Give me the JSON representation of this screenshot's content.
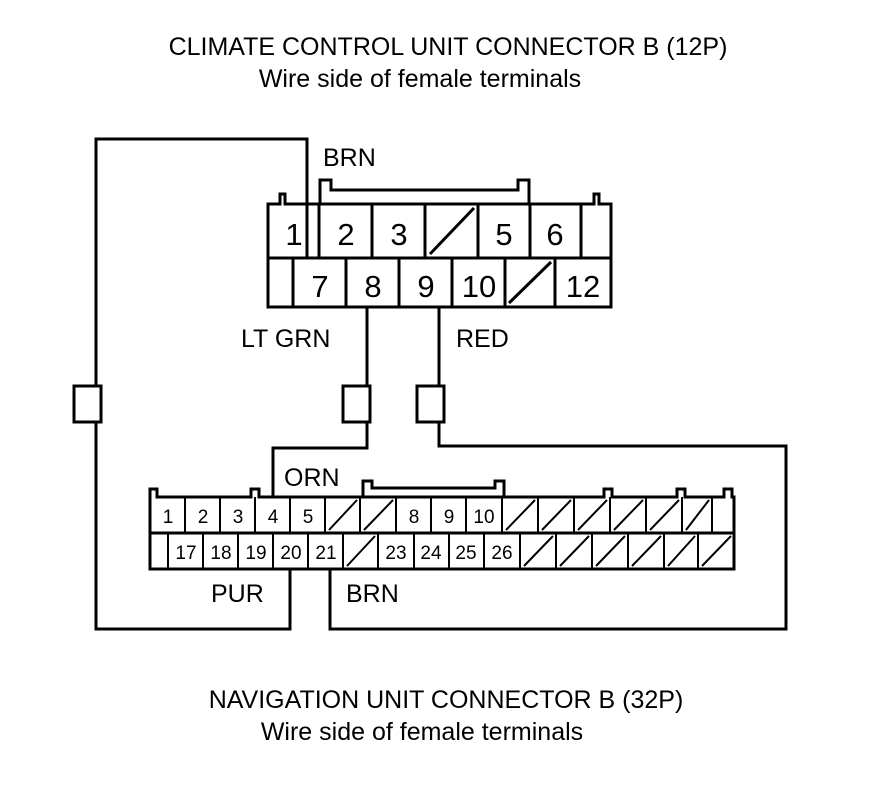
{
  "top_connector": {
    "title": "CLIMATE CONTROL UNIT CONNECTOR B (12P)",
    "subtitle": "Wire side of female terminals",
    "row1": [
      "1",
      "2",
      "3",
      "",
      "5",
      "6"
    ],
    "row2": [
      "",
      "7",
      "8",
      "9",
      "10",
      "",
      "12"
    ]
  },
  "bottom_connector": {
    "title": "NAVIGATION UNIT CONNECTOR B (32P)",
    "subtitle": "Wire side of female terminals",
    "row1": [
      "1",
      "2",
      "3",
      "4",
      "5",
      "",
      "",
      "8",
      "9",
      "10",
      "",
      "",
      "",
      "",
      "",
      ""
    ],
    "row2": [
      "",
      "17",
      "18",
      "19",
      "20",
      "21",
      "",
      "23",
      "24",
      "25",
      "26",
      "",
      "",
      "",
      "",
      ""
    ]
  },
  "wires": {
    "brn_top": "BRN",
    "lt_grn": "LT GRN",
    "red": "RED",
    "orn": "ORN",
    "pur": "PUR",
    "brn_bottom": "BRN"
  },
  "colors": {
    "line": "#000000",
    "background": "#ffffff"
  }
}
